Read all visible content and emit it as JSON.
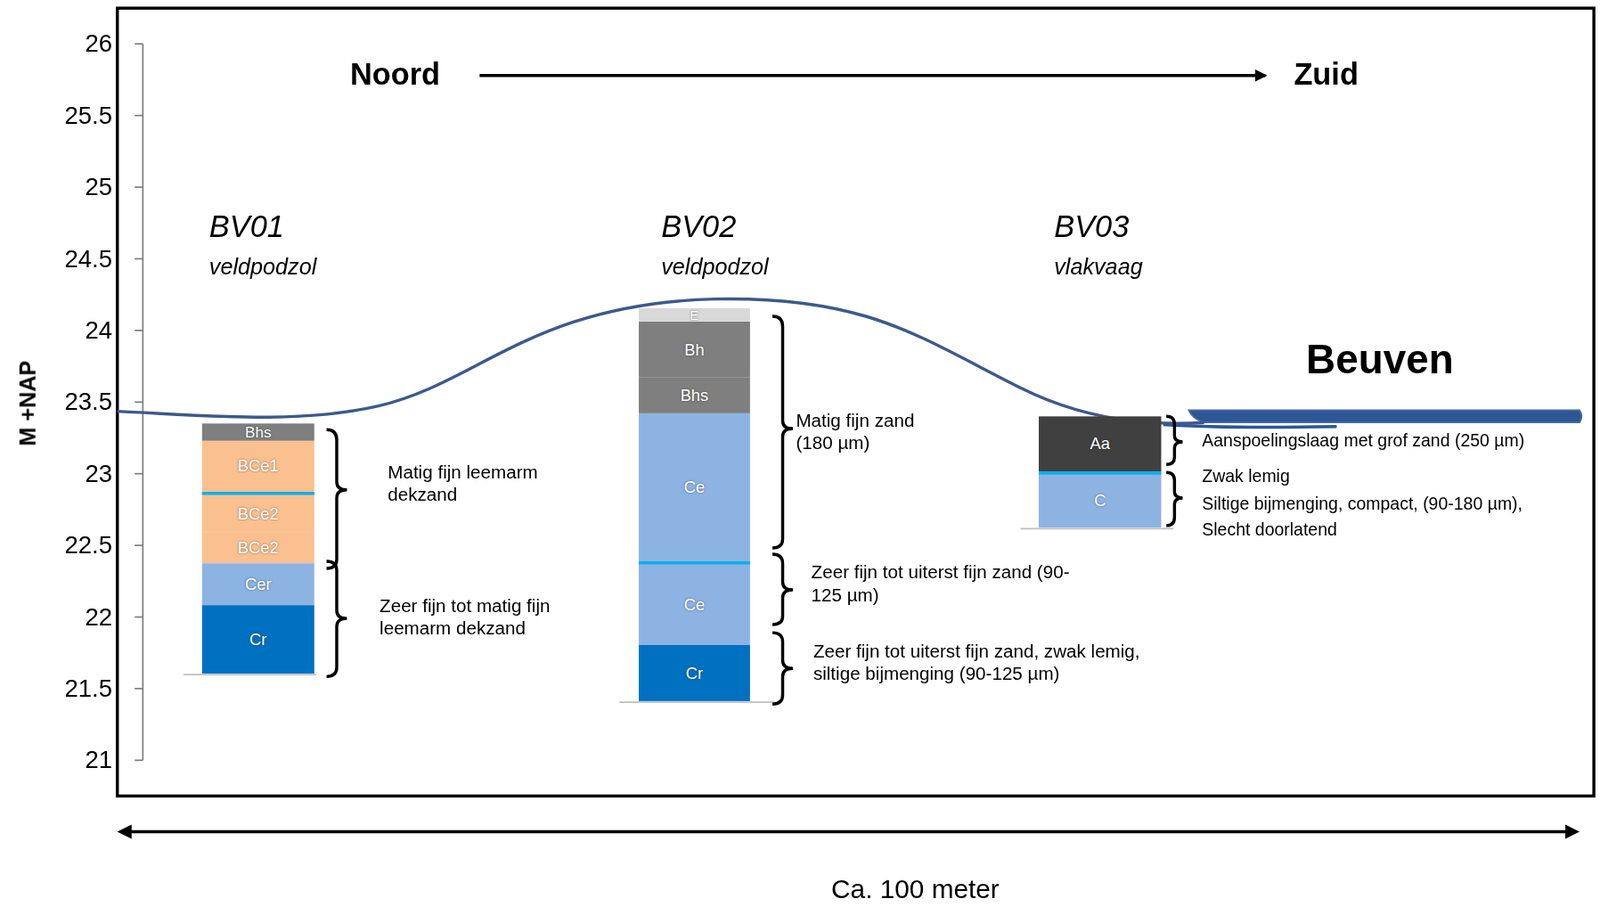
{
  "diagram": {
    "nodes": [
      {
        "text": [
          "Bhs"
        ]
      },
      {
        "text": [
          "BCe1"
        ]
      },
      {
        "text": [
          "BCe2"
        ]
      },
      {
        "text": [
          "BCe2"
        ]
      },
      {
        "text": [
          "Cer"
        ]
      },
      {
        "text": [
          "Cr"
        ]
      },
      {
        "text": [
          "E"
        ]
      },
      {
        "text": [
          "Bh"
        ]
      },
      {
        "text": [
          "Bhs"
        ]
      },
      {
        "text": [
          "Ce"
        ]
      },
      {
        "text": [
          "Ce"
        ]
      },
      {
        "text": [
          "Cr"
        ]
      },
      {
        "text": [
          "Aa"
        ]
      },
      {
        "text": [
          "C"
        ]
      }
    ],
    "labels": [
      "26",
      "25.5",
      "25",
      "24.5",
      "24",
      "23.5",
      "23",
      "22.5",
      "22",
      "21.5",
      "21",
      "M +NAP",
      "Noord",
      "Zuid",
      "BV01",
      "veldpodzol",
      "BV02",
      "veldpodzol",
      "BV03",
      "vlakvaag",
      "Beuven",
      "Matig fijn leemarm dekzand",
      "Zeer fijn tot matig fijn leemarm dekzand",
      "Matig fijn zand (180 µm)",
      "Zeer fijn tot uiterst fijn zand (90-125 µm)",
      "Zeer fijn tot uiterst fijn zand, zwak lemig, siltige bijmenging (90-125 µm)",
      "Aanspoelingslaag met grof zand (250 µm)",
      "Zwak lemig",
      "Siltige bijmenging, compact, (90-180 µm),",
      "Slecht doorlatend",
      "Ca. 100 meter"
    ]
  }
}
